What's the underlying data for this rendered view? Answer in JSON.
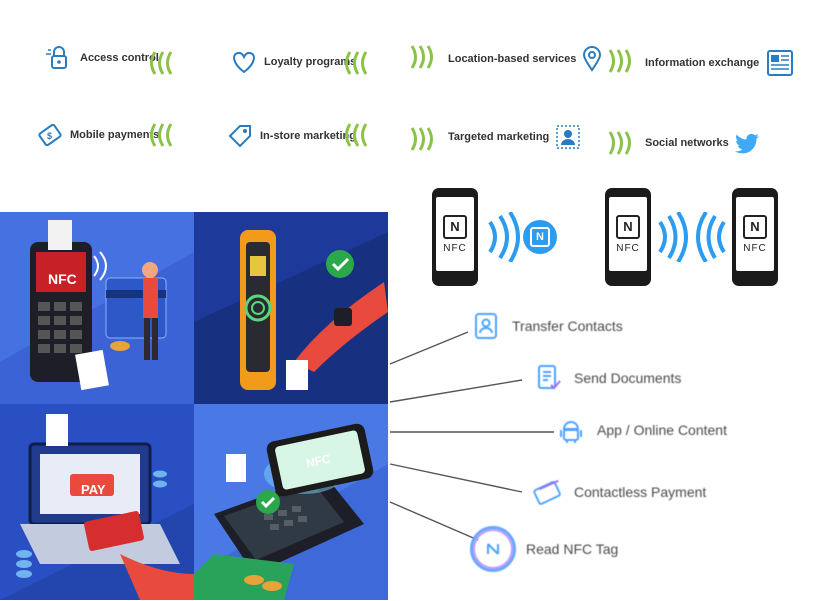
{
  "features": [
    {
      "label": "Access control",
      "icon": "lock-icon"
    },
    {
      "label": "Loyalty programs",
      "icon": "heart-icon"
    },
    {
      "label": "Location-based services",
      "icon": "location-pin-icon"
    },
    {
      "label": "Information exchange",
      "icon": "newspaper-icon"
    },
    {
      "label": "Mobile payments",
      "icon": "cash-icon"
    },
    {
      "label": "In-store marketing",
      "icon": "tag-icon"
    },
    {
      "label": "Targeted marketing",
      "icon": "target-user-icon"
    },
    {
      "label": "Social networks",
      "icon": "twitter-bird-icon"
    }
  ],
  "phones": {
    "logo": "N",
    "label": "NFC"
  },
  "use_cases": [
    {
      "label": "Transfer Contacts",
      "icon": "contacts-icon"
    },
    {
      "label": "Send Documents",
      "icon": "document-icon"
    },
    {
      "label": "App / Online Content",
      "icon": "android-icon"
    },
    {
      "label": "Contactless Payment",
      "icon": "card-icon"
    },
    {
      "label": "Read NFC Tag",
      "icon": "nfc-tag-icon"
    }
  ],
  "illustrations": {
    "pos_terminal_label": "NFC",
    "laptop_pay_label": "PAY",
    "phone_pay_label": "NFC"
  },
  "colors": {
    "wave_green": "#8bc34a",
    "wave_blue": "#2196f3",
    "tile_blue": "#2a4fc2",
    "text": "#333333"
  }
}
